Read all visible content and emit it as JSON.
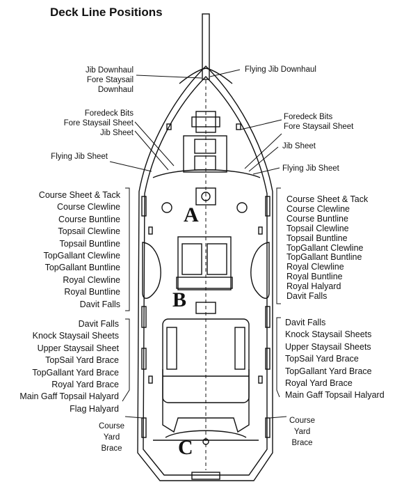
{
  "title": "Deck Line Positions",
  "top_left": [
    "Jib Downhaul",
    "Fore Staysail",
    "Downhaul"
  ],
  "top_right": [
    "Flying Jib Downhaul"
  ],
  "bits_left": [
    "Foredeck Bits",
    "Fore Staysail Sheet",
    "Jib Sheet"
  ],
  "bits_right": [
    "Foredeck Bits",
    "Fore Staysail Sheet"
  ],
  "jib_sheet_right": "Jib Sheet",
  "flying_left": "Flying Jib Sheet",
  "flying_right": "Flying Jib Sheet",
  "list_left_a": [
    "Course Sheet & Tack",
    "Course Clewline",
    "Course Buntline",
    "Topsail Clewline",
    "Topsail Buntline",
    "TopGallant Clewline",
    "TopGallant Buntline",
    "Royal Clewline",
    "Royal Buntline",
    "Davit Falls"
  ],
  "list_right_a": [
    "Course Sheet & Tack",
    "Course Clewline",
    "Course Buntline",
    "Topsail Clewline",
    "Topsail Buntline",
    "TopGallant Clewline",
    "TopGallant Buntline",
    "Royal Clewline",
    "Royal Buntline",
    "Royal Halyard",
    "Davit Falls"
  ],
  "list_left_b": [
    "Davit Falls",
    "Knock Staysail Sheets",
    "Upper Staysail Sheet",
    "TopSail Yard Brace",
    "TopGallant Yard Brace",
    "Royal Yard Brace",
    "Main Gaff Topsail Halyard",
    "Flag Halyard"
  ],
  "list_right_b": [
    "Davit Falls",
    "Knock Staysail Sheets",
    "Upper Staysail Sheets",
    "TopSail Yard Brace",
    "TopGallant Yard Brace",
    "Royal Yard Brace",
    "Main Gaff Topsail Halyard"
  ],
  "course_left": [
    "Course",
    "Yard",
    "Brace"
  ],
  "course_right": [
    "Course",
    "Yard",
    "Brace"
  ],
  "zones": {
    "a": "A",
    "b": "B",
    "c": "C"
  }
}
